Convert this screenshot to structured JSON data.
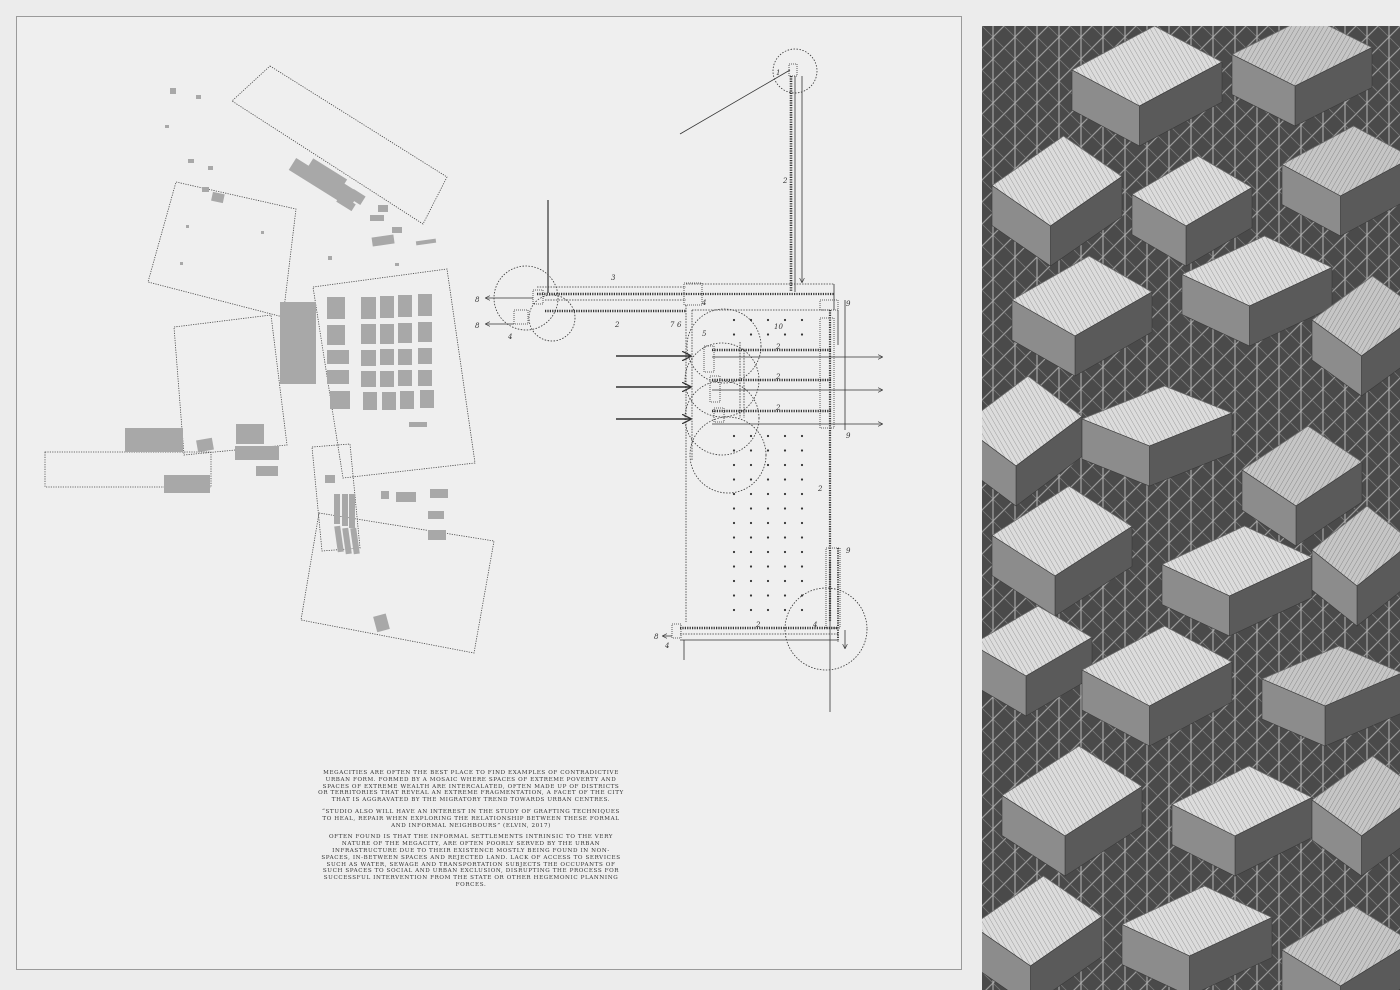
{
  "annotations": {
    "n1": "1",
    "n2": "2",
    "n3": "3",
    "n4": "4",
    "n5": "5",
    "n6": "6",
    "n7": "7",
    "n8": "8",
    "n9": "9",
    "n10": "10"
  },
  "essay": {
    "paragraph_1": "Megacities are often the best place to find examples of contradictive urban form. formed by a mosaic where spaces of extreme poverty and spaces of extreme wealth are intercalated, often made up of districts or territories that reveal an extreme fragmentation, a facet of the city that is aggravated by the migratory trend towards urban centres.",
    "paragraph_2": "“Studio also will have an interest in the study of grafting techniques to heal, repair when exploring the relationship between these formal and informal neighbours” (Elvin, 2017)",
    "paragraph_3": "Often found is that the informal settlements intrinsic to the very nature of the megacity, are often poorly served by the urban infrastructure due to their existence mostly being found in non-spaces, in-between spaces and rejected land. Lack of access to services such as water, sewage and transportation subjects the occupants of such spaces to social and urban exclusion, disrupting the process for successful intervention from the state or other hegemonic planning forces."
  },
  "colors": {
    "paper": "#efefef",
    "line": "#3a3a3a",
    "block": "#a8a8a8",
    "render_dark": "#3d3d3d",
    "roof": "#d9d9d9"
  }
}
